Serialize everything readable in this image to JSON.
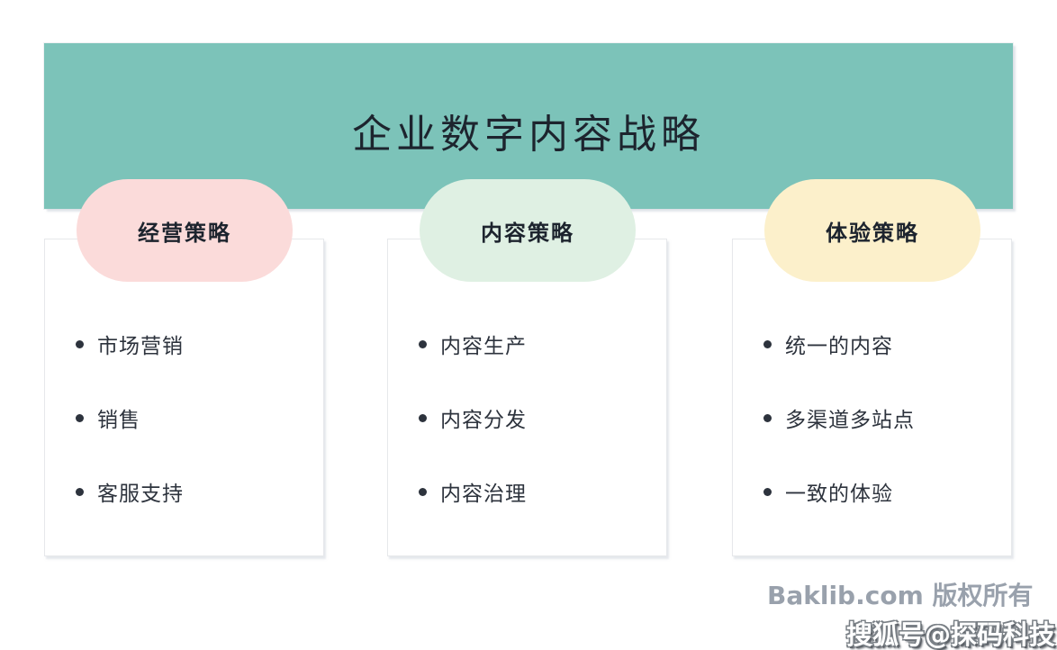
{
  "banner": {
    "title": "企业数字内容战略",
    "bg_color": "#7cc3b9",
    "text_color": "#1d242e"
  },
  "columns": [
    {
      "pill_label": "经营策略",
      "pill_bg": "#fbdbda",
      "items": [
        "市场营销",
        "销售",
        "客服支持"
      ]
    },
    {
      "pill_label": "内容策略",
      "pill_bg": "#dff0e3",
      "items": [
        "内容生产",
        "内容分发",
        "内容治理"
      ]
    },
    {
      "pill_label": "体验策略",
      "pill_bg": "#fcf0cb",
      "items": [
        "统一的内容",
        "多渠道多站点",
        "一致的体验"
      ]
    }
  ],
  "footer": {
    "copyright": "Baklib.com 版权所有",
    "color": "#99a1ac"
  },
  "watermark": {
    "text": "搜狐号@探码科技"
  }
}
